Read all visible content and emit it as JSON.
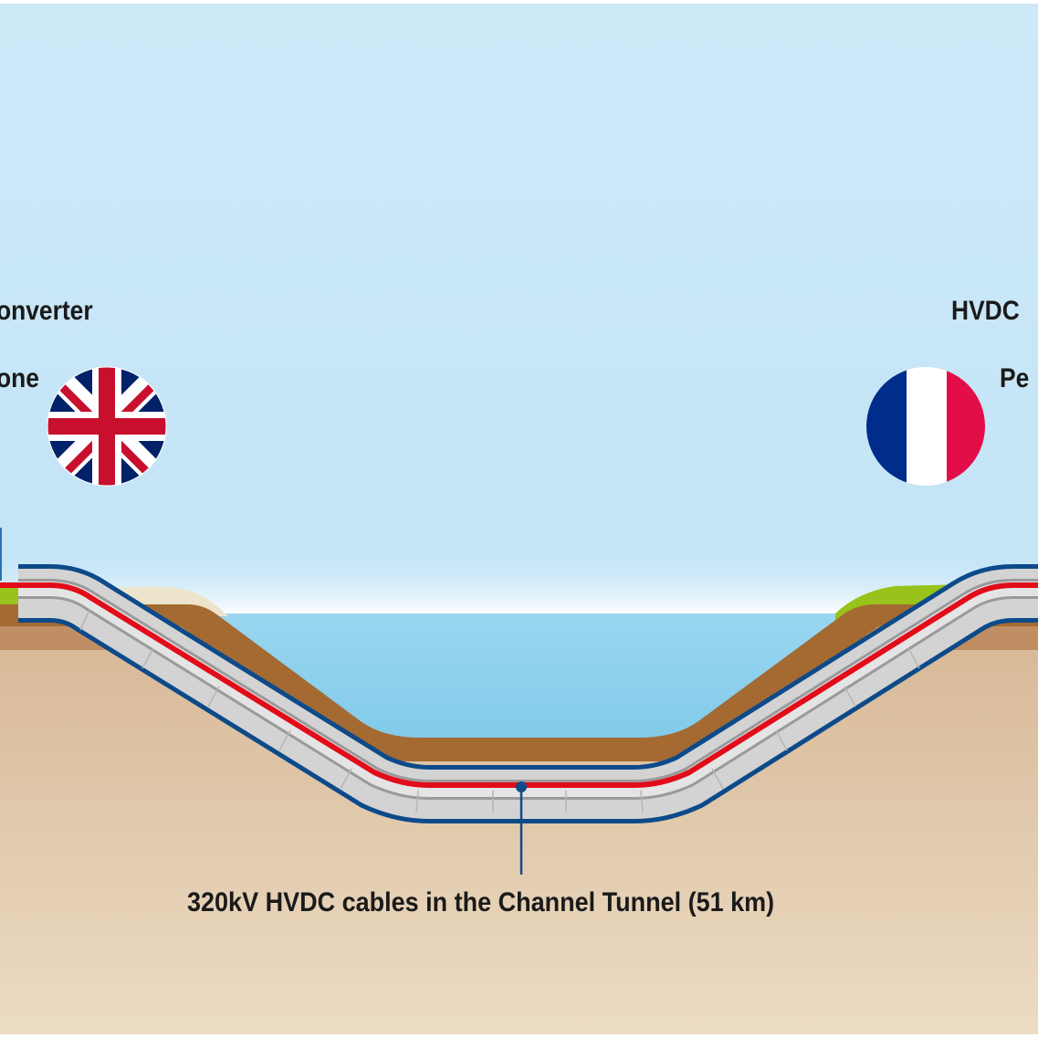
{
  "uk_station": {
    "line1": "onverter",
    "line2": "one",
    "flag_icon": "union-jack-flag-icon"
  },
  "fr_station": {
    "line1": "HVDC",
    "line2": "Pe",
    "flag_icon": "french-flag-icon"
  },
  "cable": {
    "caption": "320kV HVDC cables in the Channel Tunnel (51 km)"
  },
  "colors": {
    "sky_top": "#cde9f8",
    "sky_bottom": "#c2e4f6",
    "sea": "#8cd0ee",
    "ground_top": "#d7b896",
    "ground_bottom": "#ecdcc4",
    "sediment_dark": "#a46a32",
    "sediment_light": "#c08e62",
    "grass": "#99c21a",
    "sand": "#ede5cb",
    "tunnel_fill": "#d3d3d3",
    "tunnel_border": "#0d4a8a",
    "cable_red": "#e20c1a",
    "flag_blue": "#012169",
    "flag_red": "#c8102e",
    "fr_blue": "#002d8c",
    "fr_red": "#e30d4a"
  }
}
